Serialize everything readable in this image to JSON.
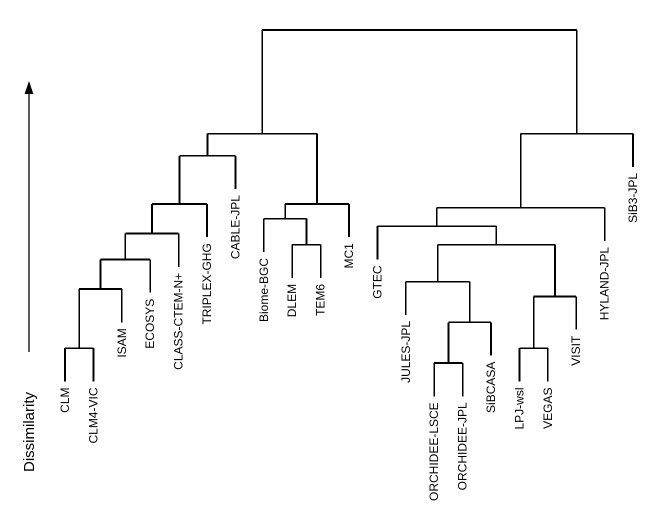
{
  "colors": {
    "background": "#ffffff",
    "line": "#000000",
    "text": "#000000"
  },
  "chart_data": {
    "type": "dendrogram",
    "title": "",
    "ylabel": "Dissimilarity",
    "ylim": [
      0,
      1
    ],
    "grid": false,
    "axis_arrow_direction": "up",
    "hang": 0.09,
    "leaf_order": [
      "CLM",
      "CLM4-VIC",
      "ISAM",
      "ECOSYS",
      "CLASS-CTEM-N+",
      "TRIPLEX-GHG",
      "CABLE-JPL",
      "Biome-BGC",
      "DLEM",
      "TEM6",
      "MC1",
      "GTEC",
      "JULES-JPL",
      "ORCHIDEE-LSCE",
      "ORCHIDEE-JPL",
      "SiBCASA",
      "LPJ-wsl",
      "VEGAS",
      "VISIT",
      "HYLAND-JPL",
      "SiB3-JPL"
    ],
    "tree": {
      "height": 1.0,
      "children": [
        {
          "height": 0.72,
          "children": [
            {
              "height": 0.66,
              "children": [
                {
                  "height": 0.53,
                  "children": [
                    {
                      "height": 0.45,
                      "children": [
                        {
                          "height": 0.38,
                          "children": [
                            {
                              "height": 0.3,
                              "children": [
                                {
                                  "height": 0.14,
                                  "children": [
                                    {
                                      "leaf": "CLM"
                                    },
                                    {
                                      "leaf": "CLM4-VIC"
                                    }
                                  ]
                                },
                                {
                                  "leaf": "ISAM"
                                }
                              ]
                            },
                            {
                              "leaf": "ECOSYS"
                            }
                          ]
                        },
                        {
                          "leaf": "CLASS-CTEM-N+"
                        }
                      ]
                    },
                    {
                      "leaf": "TRIPLEX-GHG"
                    }
                  ]
                },
                {
                  "leaf": "CABLE-JPL"
                }
              ]
            },
            {
              "height": 0.53,
              "children": [
                {
                  "height": 0.49,
                  "children": [
                    {
                      "leaf": "Biome-BGC"
                    },
                    {
                      "height": 0.42,
                      "children": [
                        {
                          "leaf": "DLEM"
                        },
                        {
                          "leaf": "TEM6"
                        }
                      ]
                    }
                  ]
                },
                {
                  "leaf": "MC1"
                }
              ]
            }
          ]
        },
        {
          "height": 0.72,
          "children": [
            {
              "height": 0.52,
              "children": [
                {
                  "height": 0.47,
                  "children": [
                    {
                      "leaf": "GTEC"
                    },
                    {
                      "height": 0.42,
                      "children": [
                        {
                          "height": 0.32,
                          "children": [
                            {
                              "leaf": "JULES-JPL"
                            },
                            {
                              "height": 0.21,
                              "children": [
                                {
                                  "height": 0.1,
                                  "children": [
                                    {
                                      "leaf": "ORCHIDEE-LSCE"
                                    },
                                    {
                                      "leaf": "ORCHIDEE-JPL"
                                    }
                                  ]
                                },
                                {
                                  "leaf": "SiBCASA"
                                }
                              ]
                            }
                          ]
                        },
                        {
                          "height": 0.28,
                          "children": [
                            {
                              "height": 0.14,
                              "children": [
                                {
                                  "leaf": "LPJ-wsl"
                                },
                                {
                                  "leaf": "VEGAS"
                                }
                              ]
                            },
                            {
                              "leaf": "VISIT"
                            }
                          ]
                        }
                      ]
                    }
                  ]
                },
                {
                  "leaf": "HYLAND-JPL"
                }
              ]
            },
            {
              "leaf": "SiB3-JPL"
            }
          ]
        }
      ]
    }
  }
}
